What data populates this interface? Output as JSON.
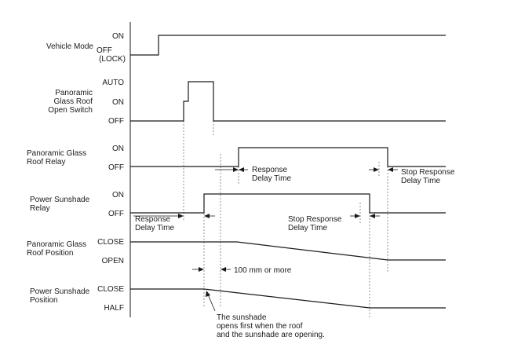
{
  "rows": {
    "vehicle_mode": {
      "title": "Vehicle Mode",
      "state_high": "ON",
      "state_low_1": "OFF",
      "state_low_2": "(LOCK)"
    },
    "open_switch": {
      "title_1": "Panoramic",
      "title_2": "Glass Roof",
      "title_3": "Open Switch",
      "state_auto": "AUTO",
      "state_on": "ON",
      "state_off": "OFF"
    },
    "roof_relay": {
      "title_1": "Panoramic Glass",
      "title_2": "Roof Relay",
      "state_on": "ON",
      "state_off": "OFF"
    },
    "sunshade_relay": {
      "title_1": "Power Sunshade",
      "title_2": "Relay",
      "state_on": "ON",
      "state_off": "OFF"
    },
    "roof_position": {
      "title_1": "Panoramic Glass",
      "title_2": "Roof Position",
      "state_close": "CLOSE",
      "state_open": "OPEN"
    },
    "sunshade_position": {
      "title_1": "Power Sunshade",
      "title_2": "Position",
      "state_close": "CLOSE",
      "state_half": "HALF"
    }
  },
  "annotations": {
    "roof_response_delay": {
      "line1": "Response",
      "line2": "Delay Time"
    },
    "roof_stop_response_delay": {
      "line1": "Stop Response",
      "line2": "Delay Time"
    },
    "sunshade_response_delay": {
      "line1": "Response",
      "line2": "Delay Time"
    },
    "sunshade_stop_response_delay": {
      "line1": "Stop Response",
      "line2": "Delay Time"
    },
    "distance": "100 mm or more",
    "note": {
      "line1": "The sunshade",
      "line2": "opens first when the roof",
      "line3": "and the sunshade are opening."
    }
  }
}
